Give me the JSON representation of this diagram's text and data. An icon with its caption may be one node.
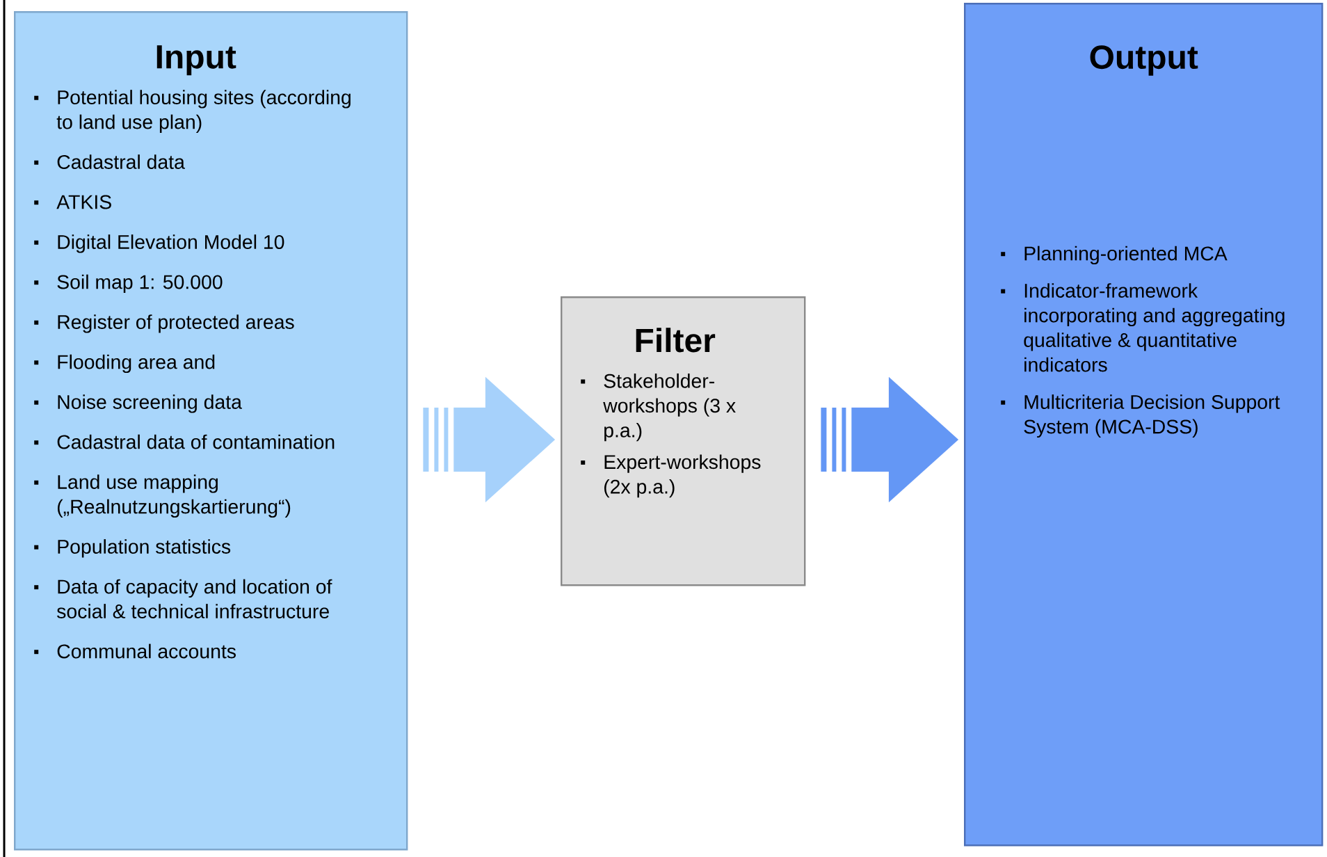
{
  "diagram": {
    "nodes": [
      {
        "text": [
          "Input",
          "Potential housing sites (according to land use plan)",
          "Cadastral data",
          "ATKIS",
          "Digital Elevation Model 10",
          "Soil map 1: 50.000",
          "Register of protected areas",
          "Flooding area and",
          "Noise screening data",
          "Cadastral data of contamination",
          "Land use mapping („Realnutzungskartierung“)",
          "Population statistics",
          "Data of capacity and location of social & technical infrastructure",
          "Communal accounts"
        ]
      },
      {
        "text": [
          "Filter",
          "Stakeholder-workshops (3 x p.a.)",
          "Expert-workshops (2x p.a.)"
        ]
      },
      {
        "text": [
          "Output",
          "Planning-oriented MCA",
          "Indicator-framework incorporating and aggregating qualitative & quantitative indicators",
          "Multicriteria Decision Support System (MCA-DSS)"
        ]
      }
    ],
    "edges": [
      {
        "from": 0,
        "to": 1,
        "arrow": "to",
        "color": "#a6d1fb"
      },
      {
        "from": 1,
        "to": 2,
        "arrow": "to",
        "color": "#6497f5"
      }
    ]
  }
}
